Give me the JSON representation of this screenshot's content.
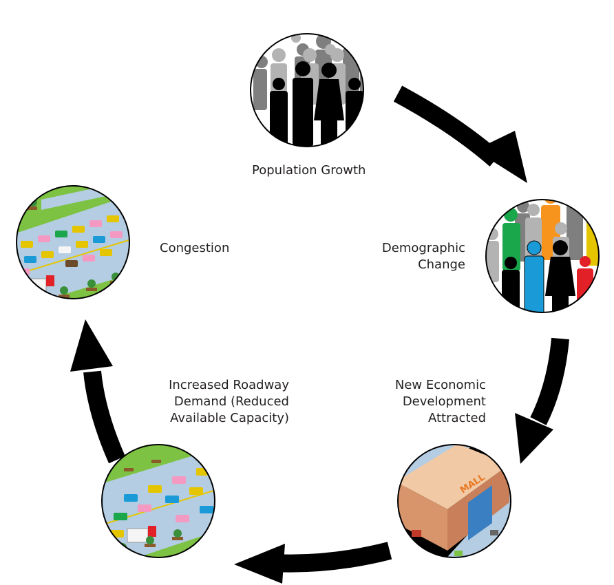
{
  "labels": {
    "population_growth": "Population Growth",
    "demographic_change": [
      "Demographic",
      "Change"
    ],
    "new_economic_development": [
      "New Economic",
      "Development",
      "Attracted"
    ],
    "increased_roadway_demand": [
      "Increased Roadway",
      "Demand (Reduced",
      "Available Capacity)"
    ],
    "congestion": "Congestion"
  },
  "mall_sign": "MALL",
  "colors": {
    "arrow": "#000000",
    "circle_outline": "#000000",
    "people_gray_dark": "#7f7f7f",
    "people_gray_light": "#b3b3b3",
    "people_black": "#000000",
    "green": "#1aa64a",
    "blue": "#1a9bd7",
    "red": "#e22027",
    "orange": "#f7941d",
    "yellow": "#e5c500",
    "grass": "#7dc242",
    "road": "#8da9c4",
    "mall": "#e8b48a"
  },
  "icons": [
    "people-crowd-icon",
    "colorful-people-icon",
    "mall-icon",
    "traffic-road-icon",
    "congested-highway-icon"
  ]
}
